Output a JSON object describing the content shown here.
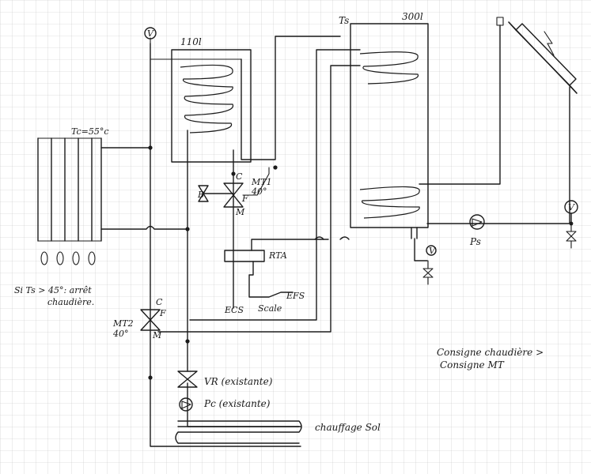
{
  "colors": {
    "paper": "#ffffff",
    "grid": "#bcbcbc",
    "ink": "#1b1b1b"
  },
  "labels": {
    "ballon_ecs_volume": "110l",
    "ballon_solaire_volume": "300l",
    "sonde_ts": "Ts",
    "chaudiere_temp": "Tc=55°c",
    "condition_line1": "Si Ts > 45°: arrêt",
    "condition_line2": "chaudière.",
    "mt1_name": "MT1",
    "mt1_temp": "40°",
    "mt2_name": "MT2",
    "mt2_temp": "40°",
    "port_c": "C",
    "port_f": "F",
    "port_m": "M",
    "bypass": "B",
    "rta": "RTA",
    "ecs": "ECS",
    "efs": "EFS",
    "scale": "Scale",
    "vr": "VR (existante)",
    "pc": "Pc (existante)",
    "plancher": "chauffage Sol",
    "ps": "Ps",
    "vase": "V",
    "consigne_line1": "Consigne chaudière >",
    "consigne_line2": "Consigne MT"
  }
}
